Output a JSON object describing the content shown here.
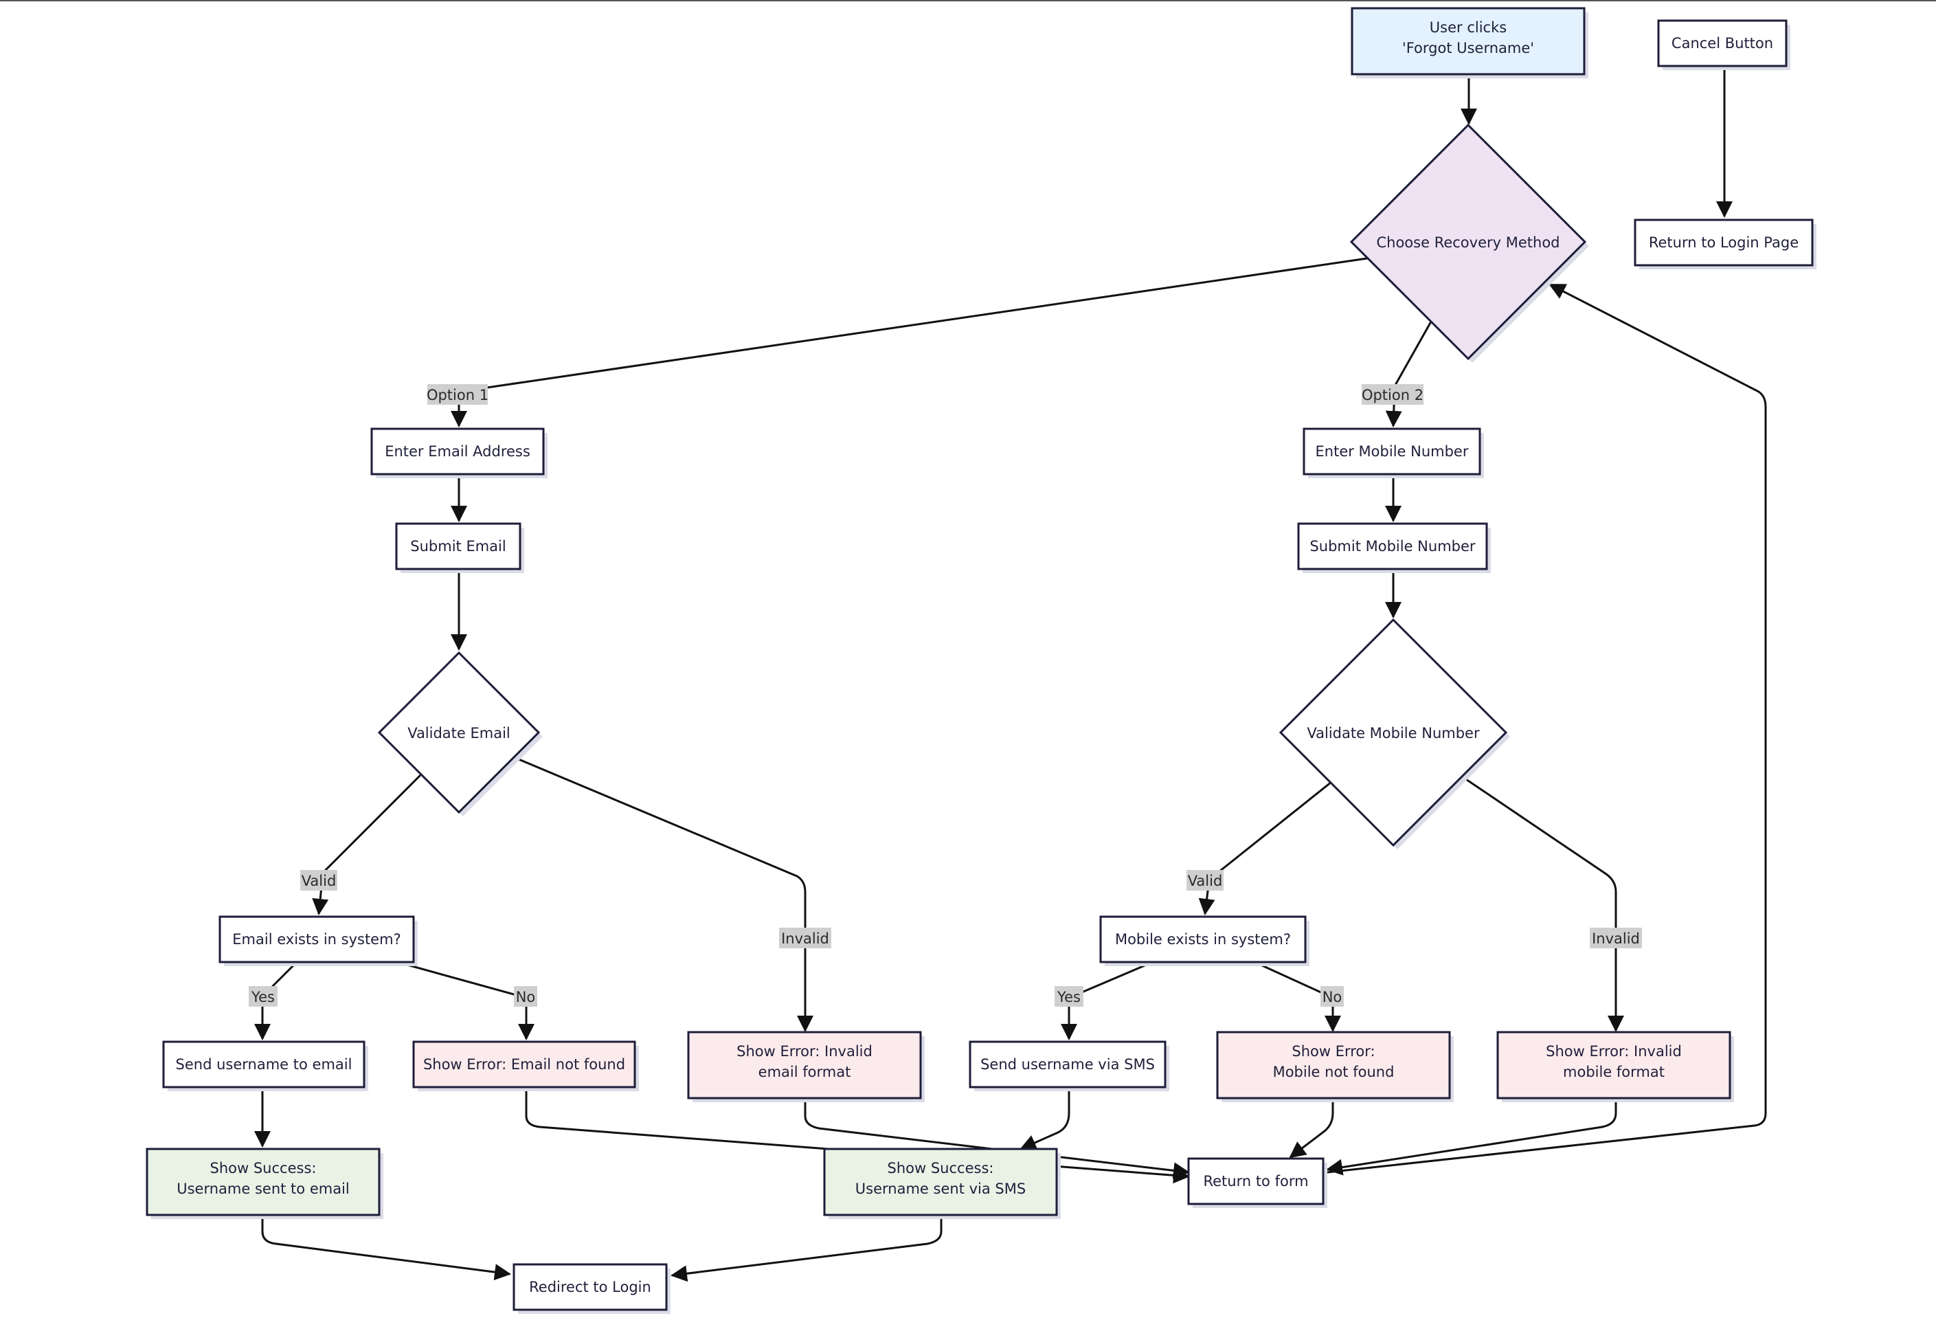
{
  "colors": {
    "start": "#e3f2fd",
    "decision": "#efe3f3",
    "success": "#e8f3e6",
    "error": "#fcebec",
    "default": "#ffffff"
  },
  "nodes": {
    "start": "User clicks 'Forgot Username'",
    "choose": "Choose Recovery Method",
    "cancel": "Cancel Button",
    "return_login": "Return to Login Page",
    "enter_email": "Enter Email Address",
    "submit_email": "Submit Email",
    "validate_email": "Validate Email",
    "email_exists": "Email exists in system?",
    "send_email": "Send username to email",
    "err_email_nf": "Show Error: Email not found",
    "err_email_fmt": "Show Error: Invalid email format",
    "succ_email": "Show Success: Username sent to email",
    "enter_mobile": "Enter Mobile Number",
    "submit_mobile": "Submit Mobile Number",
    "validate_mobile": "Validate Mobile Number",
    "mobile_exists": "Mobile exists in system?",
    "send_sms": "Send username via SMS",
    "err_mobile_nf": "Show Error: Mobile not found",
    "err_mobile_fmt": "Show Error: Invalid mobile format",
    "succ_sms": "Show Success: Username sent via SMS",
    "return_form": "Return to form",
    "redirect": "Redirect to Login"
  },
  "edge_labels": {
    "option1": "Option 1",
    "option2": "Option 2",
    "email_valid": "Valid",
    "email_invalid": "Invalid",
    "email_yes": "Yes",
    "email_no": "No",
    "mobile_valid": "Valid",
    "mobile_invalid": "Invalid",
    "mobile_yes": "Yes",
    "mobile_no": "No"
  }
}
